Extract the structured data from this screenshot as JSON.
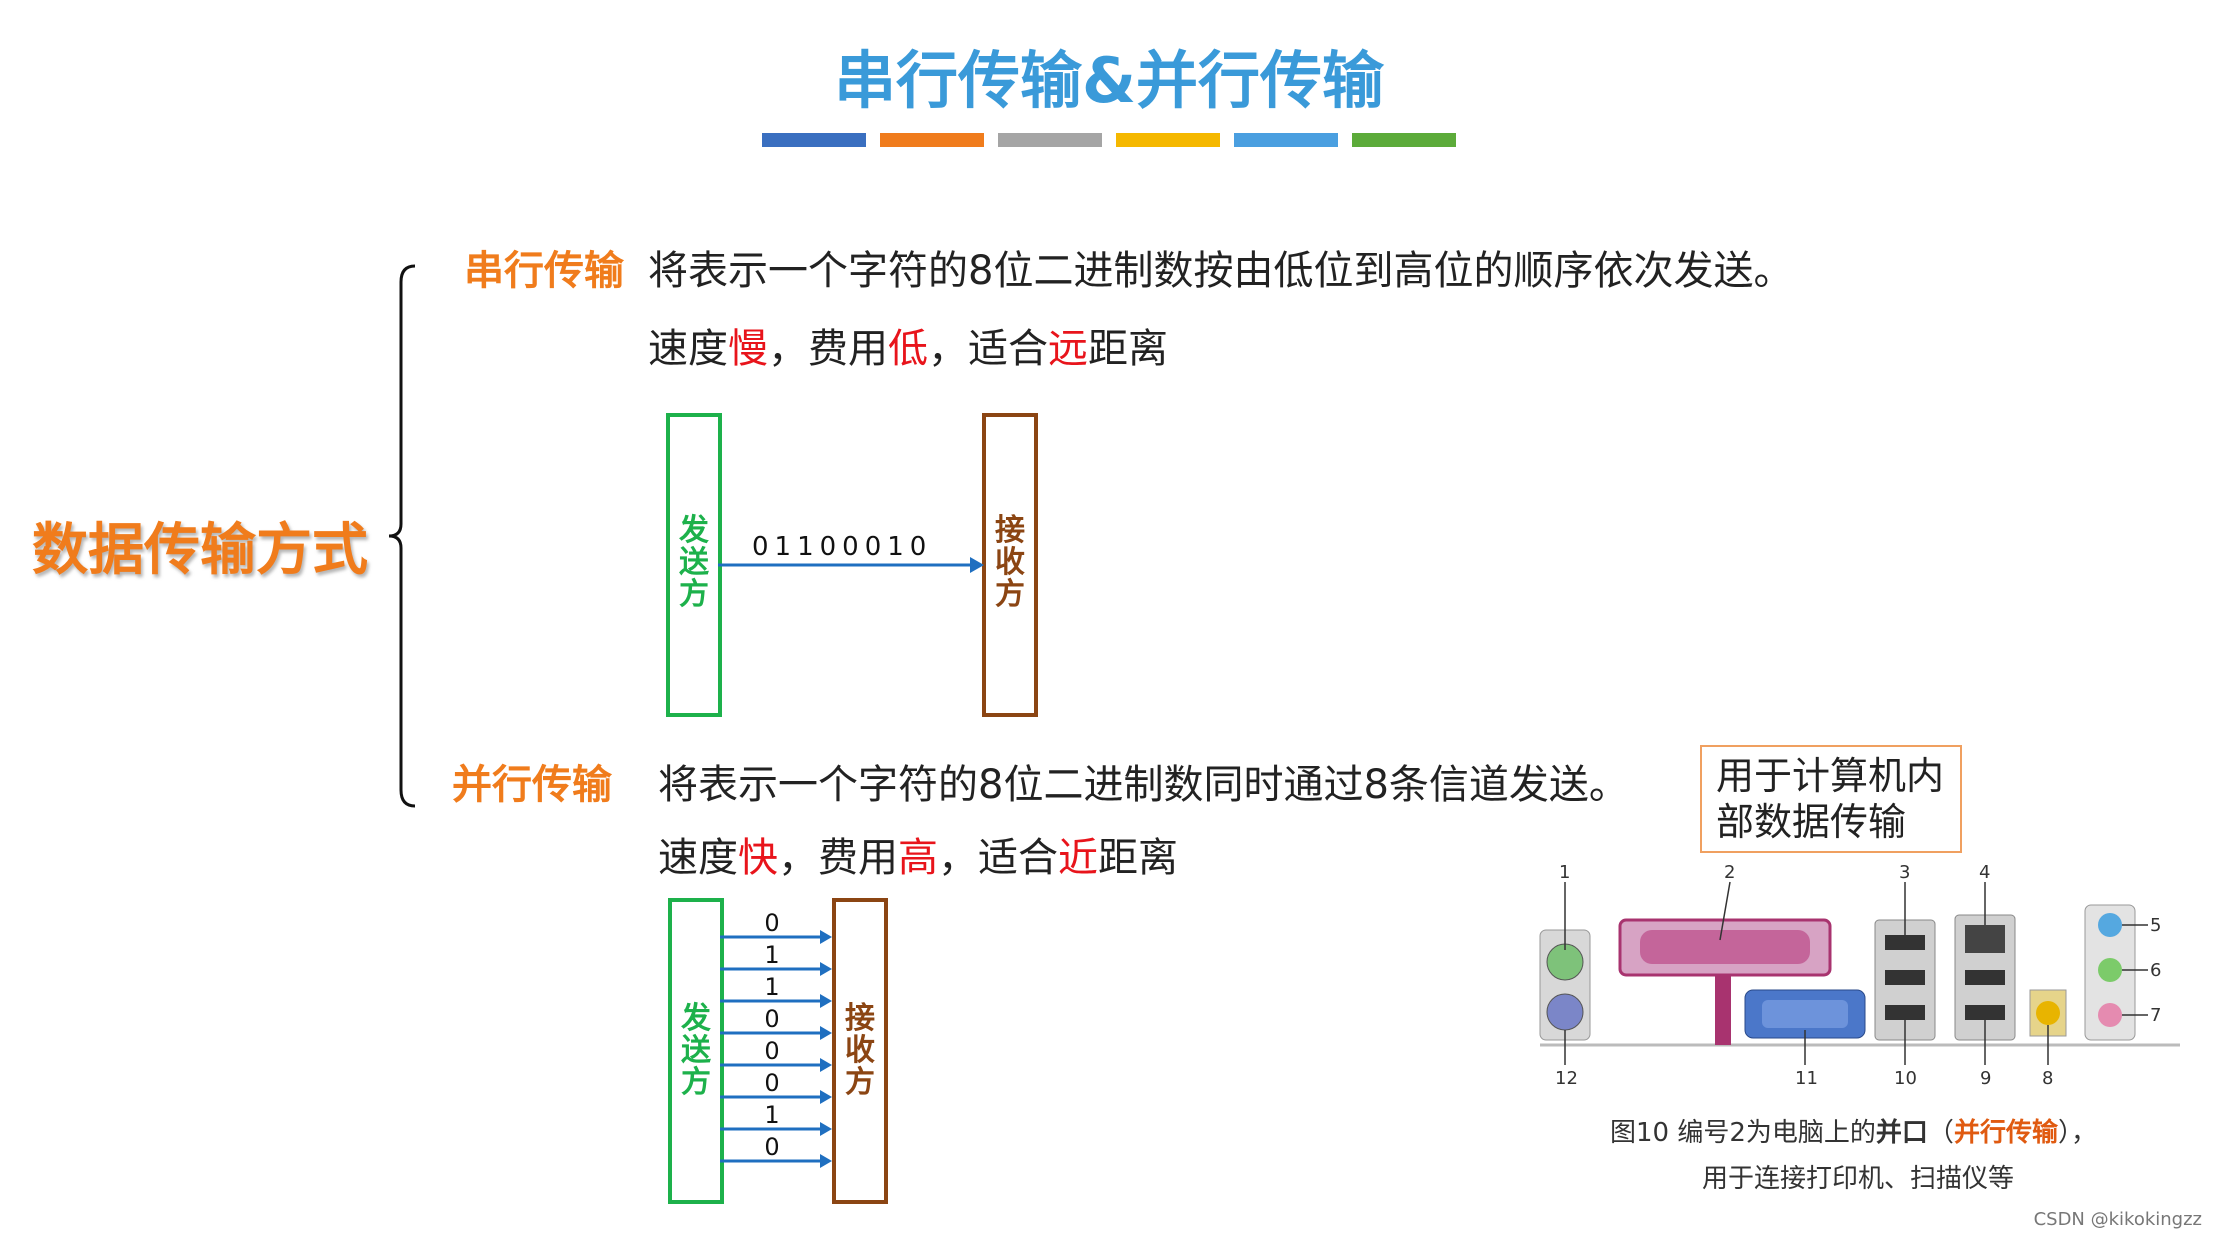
{
  "title": "串行传输&并行传输",
  "accent_bars": [
    "#3a6fc0",
    "#f07c1c",
    "#a5a5a5",
    "#f5b800",
    "#4a9fe0",
    "#5cab3a"
  ],
  "main_label": "数据传输方式",
  "serial": {
    "keyword": "串行传输",
    "desc": "将表示一个字符的8位二进制数按由低位到高位的顺序依次发送。",
    "props": [
      {
        "text": "速度",
        "red": false
      },
      {
        "text": "慢",
        "red": true
      },
      {
        "text": "，费用",
        "red": false
      },
      {
        "text": "低",
        "red": true
      },
      {
        "text": "，适合",
        "red": false
      },
      {
        "text": "远",
        "red": true
      },
      {
        "text": "距离",
        "red": false
      }
    ],
    "sender": "发送方",
    "receiver": "接收方",
    "bits": "01100010"
  },
  "parallel": {
    "keyword": "并行传输",
    "desc": "将表示一个字符的8位二进制数同时通过8条信道发送。",
    "props": [
      {
        "text": "速度",
        "red": false
      },
      {
        "text": "快",
        "red": true
      },
      {
        "text": "，费用",
        "red": false
      },
      {
        "text": "高",
        "red": true
      },
      {
        "text": "，适合",
        "red": false
      },
      {
        "text": "近",
        "red": true
      },
      {
        "text": "距离",
        "red": false
      }
    ],
    "sender": "发送方",
    "receiver": "接收方",
    "bits": [
      "0",
      "1",
      "1",
      "0",
      "0",
      "0",
      "1",
      "0"
    ]
  },
  "note": "用于计算机内部数据传输",
  "figure": {
    "port_numbers": [
      "1",
      "2",
      "3",
      "4",
      "5",
      "6",
      "7",
      "8",
      "9",
      "10",
      "11",
      "12"
    ],
    "caption_prefix": "图10  编号2为电脑上的",
    "caption_bold": "并口",
    "caption_paren_open": "（",
    "caption_highlight": "并行传输",
    "caption_paren_close": "），",
    "caption_line2": "用于连接打印机、扫描仪等"
  },
  "watermark": "CSDN @kikokingzz"
}
